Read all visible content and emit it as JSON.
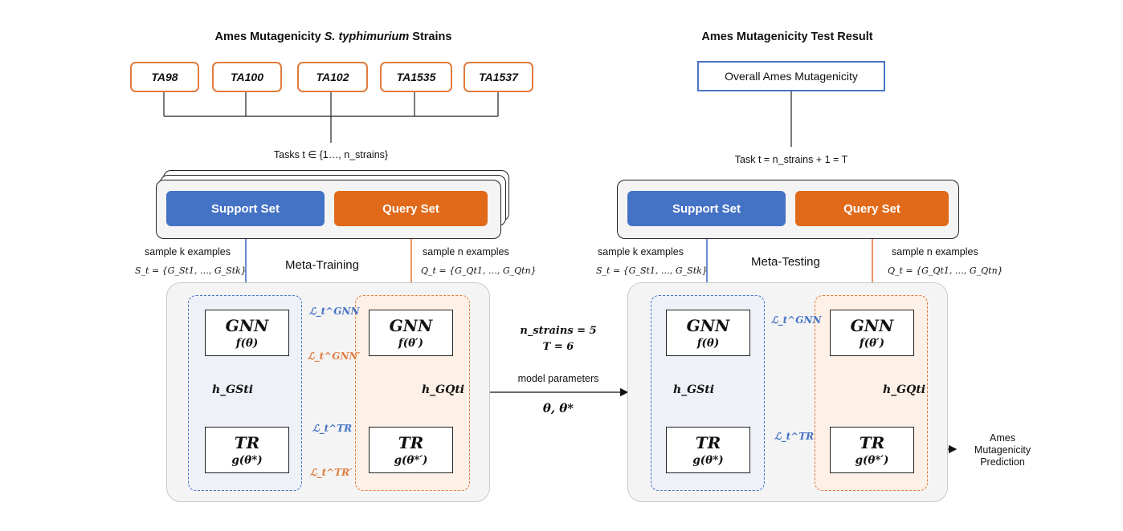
{
  "left": {
    "title_prefix": "Ames Mutagenicity ",
    "title_italic": "S. typhimurium",
    "title_suffix": " Strains",
    "strains": [
      "TA98",
      "TA100",
      "TA102",
      "TA1535",
      "TA1537"
    ],
    "tasks_label": "Tasks t ∈ {1…, n_strains}",
    "support_label": "Support Set",
    "query_label": "Query Set",
    "sample_k": "sample k examples",
    "sample_n": "sample n examples",
    "s_formula": "S_t = {G_St1, …, G_Stk}",
    "q_formula": "Q_t = {G_Qt1, …, G_Qtn}",
    "phase_title": "Meta-Training",
    "gnn_name": "GNN",
    "gnn_left_fun": "f(θ)",
    "gnn_right_fun": "f(θ′)",
    "tr_name": "TR",
    "tr_left_fun": "g(θ*)",
    "tr_right_fun": "g(θ*′)",
    "loss_gnn": "ℒ_t^GNN",
    "loss_gnn_prime": "ℒ_t^GNN′",
    "loss_tr": "ℒ_t^TR",
    "loss_tr_prime": "ℒ_t^TR′",
    "h_s": "h_GSti",
    "h_q": "h_GQti"
  },
  "middle": {
    "n_strains": "n_strains = 5",
    "T": "T = 6",
    "model_params": "model parameters",
    "theta": "θ, θ*"
  },
  "right": {
    "title": "Ames Mutagenicity Test Result",
    "overall_label": "Overall Ames Mutagenicity",
    "task_label": "Task t = n_strains + 1 = T",
    "support_label": "Support Set",
    "query_label": "Query Set",
    "sample_k": "sample k examples",
    "sample_n": "sample n examples",
    "s_formula": "S_t = {G_St1, …, G_Stk}",
    "q_formula": "Q_t = {G_Qt1, …, G_Qtn}",
    "phase_title": "Meta-Testing",
    "gnn_name": "GNN",
    "gnn_left_fun": "f(θ)",
    "gnn_right_fun": "f(θ′)",
    "tr_name": "TR",
    "tr_left_fun": "g(θ*)",
    "tr_right_fun": "g(θ*′)",
    "loss_gnn": "ℒ_t^GNN",
    "loss_tr": "ℒ_t^TR",
    "h_s": "h_GSti",
    "h_q": "h_GQti",
    "prediction": "Ames Mutagenicity Prediction"
  },
  "colors": {
    "blue": "#4472c4",
    "orange": "#e06a1a",
    "strain_border": "#e07b3c",
    "overall_border": "#4a74c4"
  }
}
